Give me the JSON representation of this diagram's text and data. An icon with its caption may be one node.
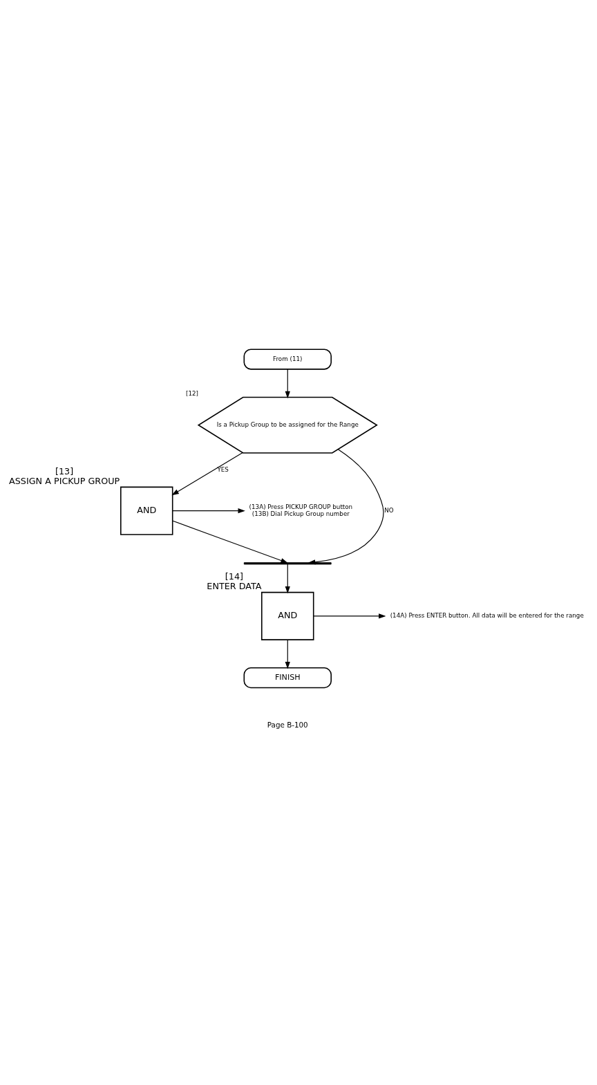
{
  "diagram": {
    "nodes": [
      {
        "text": [
          "From (11)"
        ]
      },
      {
        "text": [
          "Is a Pickup Group to be assigned for the Range"
        ],
        "beside": [
          "[12]"
        ]
      },
      {
        "text": [
          "AND"
        ],
        "beside": [
          "[13]",
          "ASSIGN A PICKUP GROUP"
        ]
      },
      {
        "text": [
          "(13A) Press PICKUP GROUP button",
          "(13B) Dial Pickup Group number"
        ]
      },
      {
        "text": [],
        "shape": "bar"
      },
      {
        "text": [
          "AND"
        ],
        "beside": [
          "[14]",
          "ENTER DATA"
        ]
      },
      {
        "text": [
          "(14A) Press ENTER button. All data will be entered for the range"
        ]
      },
      {
        "text": [
          "FINISH"
        ]
      }
    ],
    "edges": [
      {
        "from": 0,
        "to": 1,
        "arrow": "to"
      },
      {
        "from": 1,
        "to": 2,
        "arrow": "to",
        "label": "YES"
      },
      {
        "from": 1,
        "to": 4,
        "arrow": "to",
        "label": "NO"
      },
      {
        "from": 2,
        "to": 3,
        "arrow": "to"
      },
      {
        "from": 2,
        "to": 4,
        "arrow": "to"
      },
      {
        "from": 4,
        "to": 5,
        "arrow": "to"
      },
      {
        "from": 5,
        "to": 6,
        "arrow": "to"
      },
      {
        "from": 5,
        "to": 7,
        "arrow": "to"
      }
    ],
    "labels": [
      "Page B-100"
    ]
  }
}
